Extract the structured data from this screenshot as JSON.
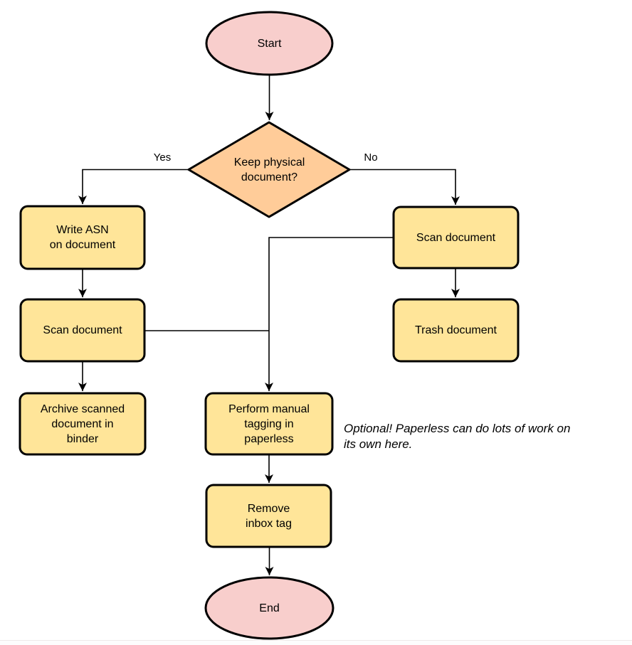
{
  "colors": {
    "terminator_fill": "#f8cecc",
    "decision_fill": "#ffcc99",
    "process_fill": "#ffe599",
    "stroke": "#000000"
  },
  "nodes": {
    "start": "Start",
    "decision": "Keep physical\ndocument?",
    "write_asn": "Write ASN\non document",
    "scan_left": "Scan document",
    "archive": "Archive scanned\ndocument in\nbinder",
    "scan_right": "Scan document",
    "trash": "Trash document",
    "perform_tagging": "Perform manual\ntagging in\npaperless",
    "remove_inbox": "Remove\ninbox tag",
    "end": "End"
  },
  "edge_labels": {
    "yes": "Yes",
    "no": "No"
  },
  "annotation": "Optional! Paperless can do lots of work on\nits own here."
}
